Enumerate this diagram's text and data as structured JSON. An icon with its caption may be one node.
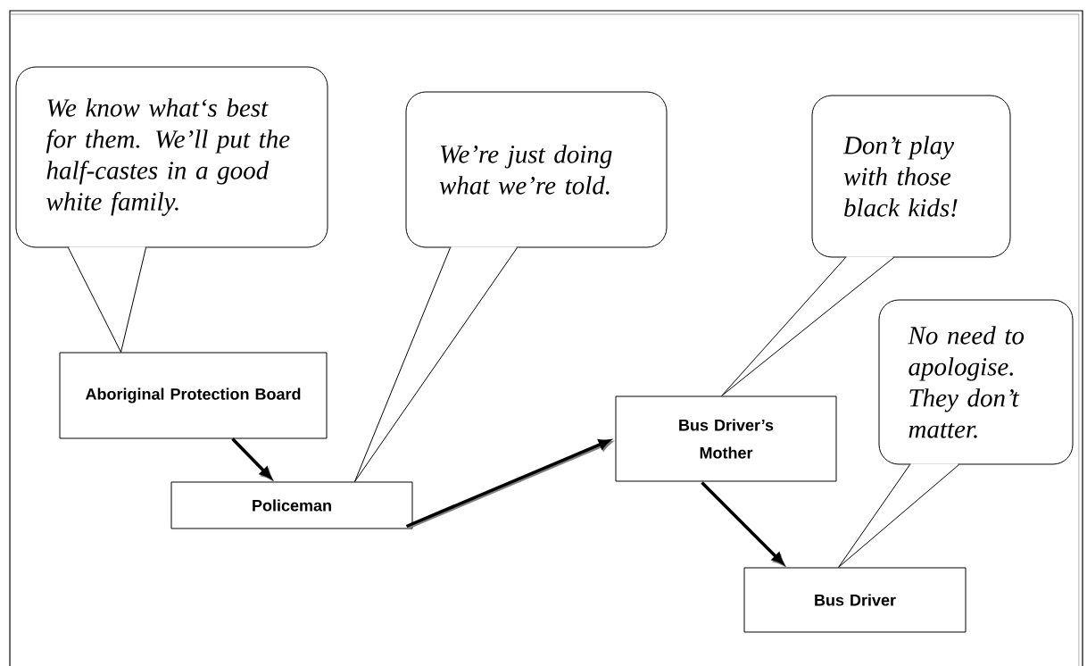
{
  "diagram": {
    "nodes": [
      {
        "text": [
          "We know what‘s best for them. We’ll put the half-castes in a good white family."
        ]
      },
      {
        "text": [
          "We’re just doing what we’re told."
        ]
      },
      {
        "text": [
          "Don’t play with those black kids!"
        ]
      },
      {
        "text": [
          "No need to apologise. They don’t matter."
        ]
      },
      {
        "text": [
          "Aboriginal Protection Board"
        ]
      },
      {
        "text": [
          "Policeman"
        ]
      },
      {
        "text": [
          "Bus Driver’s Mother"
        ]
      },
      {
        "text": [
          "Bus Driver"
        ]
      }
    ],
    "edges": [
      {
        "from": 0,
        "to": 4,
        "arrow": "none"
      },
      {
        "from": 1,
        "to": 5,
        "arrow": "none"
      },
      {
        "from": 2,
        "to": 6,
        "arrow": "none"
      },
      {
        "from": 3,
        "to": 7,
        "arrow": "none"
      },
      {
        "from": 4,
        "to": 5,
        "arrow": "to",
        "style": "thick"
      },
      {
        "from": 5,
        "to": 6,
        "arrow": "to",
        "style": "thick"
      },
      {
        "from": 6,
        "to": 7,
        "arrow": "to",
        "style": "thick"
      }
    ]
  }
}
